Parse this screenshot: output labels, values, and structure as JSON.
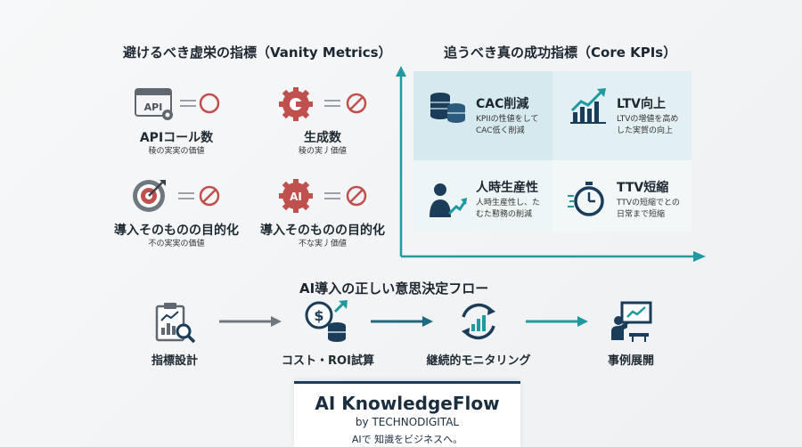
{
  "vanity": {
    "title": "避けるべき虚栄の指標（Vanity Metrics）",
    "items": [
      {
        "label": "APIコール数",
        "sub": "稜の実実の価値",
        "icon": "api-window-icon",
        "icon_text": "API"
      },
      {
        "label": "生成数",
        "sub": "稜の実丿価値",
        "icon": "gear-icon"
      },
      {
        "label": "導入そのものの目的化",
        "sub": "不の実実の価値",
        "icon": "target-icon"
      },
      {
        "label": "導入そのものの目的化",
        "sub": "不な実丿価値",
        "icon": "ai-gear-icon",
        "icon_text": "AI"
      }
    ]
  },
  "core": {
    "title": "追うべき真の成功指標（Core KPIs）",
    "items": [
      {
        "title": "CAC削減",
        "desc1": "KPIIの性値をして",
        "desc2": "CAC低く削減",
        "icon": "coins-icon"
      },
      {
        "title": "LTV向上",
        "desc1": "LTVの増値を高め",
        "desc2": "した実賀の向上",
        "icon": "growth-chart-icon"
      },
      {
        "title": "人時生産性",
        "desc1": "人時生産性し、た",
        "desc2": "むた懃務の削減",
        "icon": "person-growth-icon"
      },
      {
        "title": "TTV短縮",
        "desc1": "TTVの短縮でとの",
        "desc2": "日常まで短縮",
        "icon": "stopwatch-icon"
      }
    ]
  },
  "flow": {
    "title": "AI導入の正しい意思決定フロー",
    "steps": [
      {
        "label": "指標設計",
        "icon": "clipboard-chart-icon"
      },
      {
        "label": "コスト・ROI試算",
        "icon": "dollar-coins-icon"
      },
      {
        "label": "継続的モニタリング",
        "icon": "cycle-chart-icon"
      },
      {
        "label": "事例展開",
        "icon": "presenter-icon"
      }
    ]
  },
  "brand": {
    "name": "AI KnowledgeFlow",
    "by": "by TECHNODIGITAL",
    "tagline": "AIで 知識をビジネスへ。"
  },
  "colors": {
    "navy": "#1b3d5a",
    "teal": "#1f9aa0",
    "red": "#c0504d",
    "gray": "#6f7780",
    "panel": "#dfeef2"
  }
}
